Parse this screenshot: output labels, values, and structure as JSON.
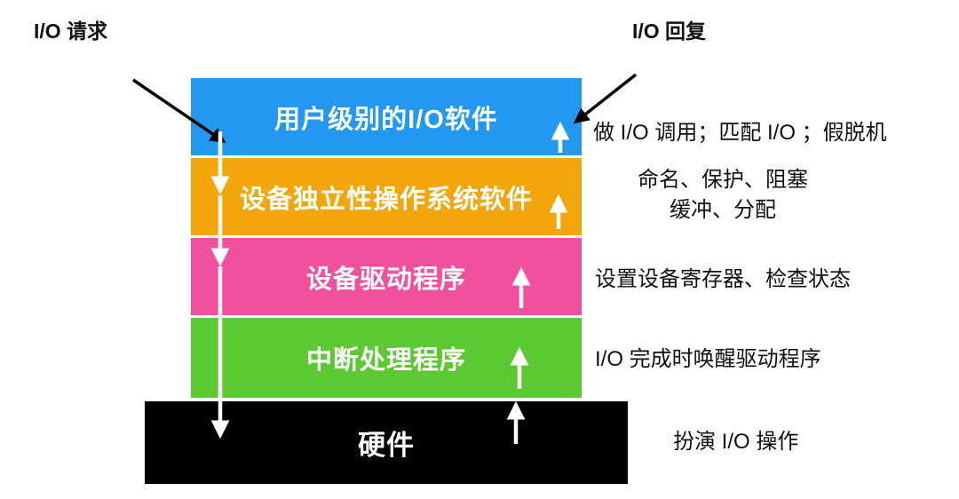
{
  "labels": {
    "request": "I/O 请求",
    "reply": "I/O 回复"
  },
  "layers": [
    {
      "label": "用户级别的I/O软件",
      "color": "#2298f2"
    },
    {
      "label": "设备独立性操作系统软件",
      "color": "#f2a60b"
    },
    {
      "label": "设备驱动程序",
      "color": "#f1509f"
    },
    {
      "label": "中断处理程序",
      "color": "#5cc832"
    },
    {
      "label": "硬件",
      "color": "#000000"
    }
  ],
  "annotations": [
    {
      "lines": [
        "做 I/O 调用；匹配 I/O ；假脱机"
      ]
    },
    {
      "lines": [
        "命名、保护、阻塞",
        "缓冲、分配"
      ]
    },
    {
      "lines": [
        "设置设备寄存器、检查状态"
      ]
    },
    {
      "lines": [
        "I/O 完成时唤醒驱动程序"
      ]
    },
    {
      "lines": [
        "扮演 I/O 操作"
      ]
    }
  ]
}
